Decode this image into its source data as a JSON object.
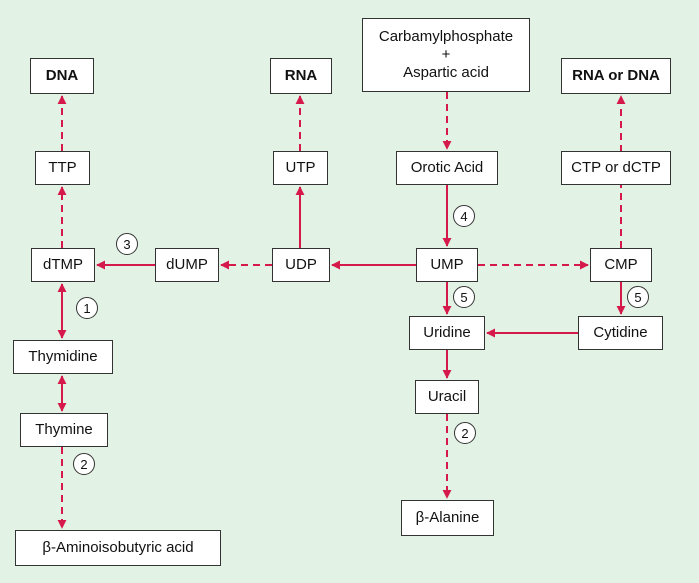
{
  "colors": {
    "background": "#e2f2e4",
    "arrow": "#d6194b",
    "box_border": "#333333"
  },
  "nodes": {
    "dna": "DNA",
    "rna": "RNA",
    "carb_line1": "Carbamylphosphate",
    "carb_plus": "+",
    "carb_line2": "Aspartic acid",
    "rna_or_dna": "RNA or DNA",
    "ttp": "TTP",
    "utp": "UTP",
    "orotic": "Orotic Acid",
    "ctp": "CTP or dCTP",
    "dtmp": "dTMP",
    "dump": "dUMP",
    "udp": "UDP",
    "ump": "UMP",
    "cmp": "CMP",
    "thymidine": "Thymidine",
    "uridine": "Uridine",
    "cytidine": "Cytidine",
    "thymine": "Thymine",
    "uracil": "Uracil",
    "aminoiso": "β-Aminoisobutyric acid",
    "alanine": "β-Alanine"
  },
  "badges": {
    "b1": "1",
    "b2a": "2",
    "b2b": "2",
    "b3": "3",
    "b4": "4",
    "b5a": "5",
    "b5b": "5"
  }
}
